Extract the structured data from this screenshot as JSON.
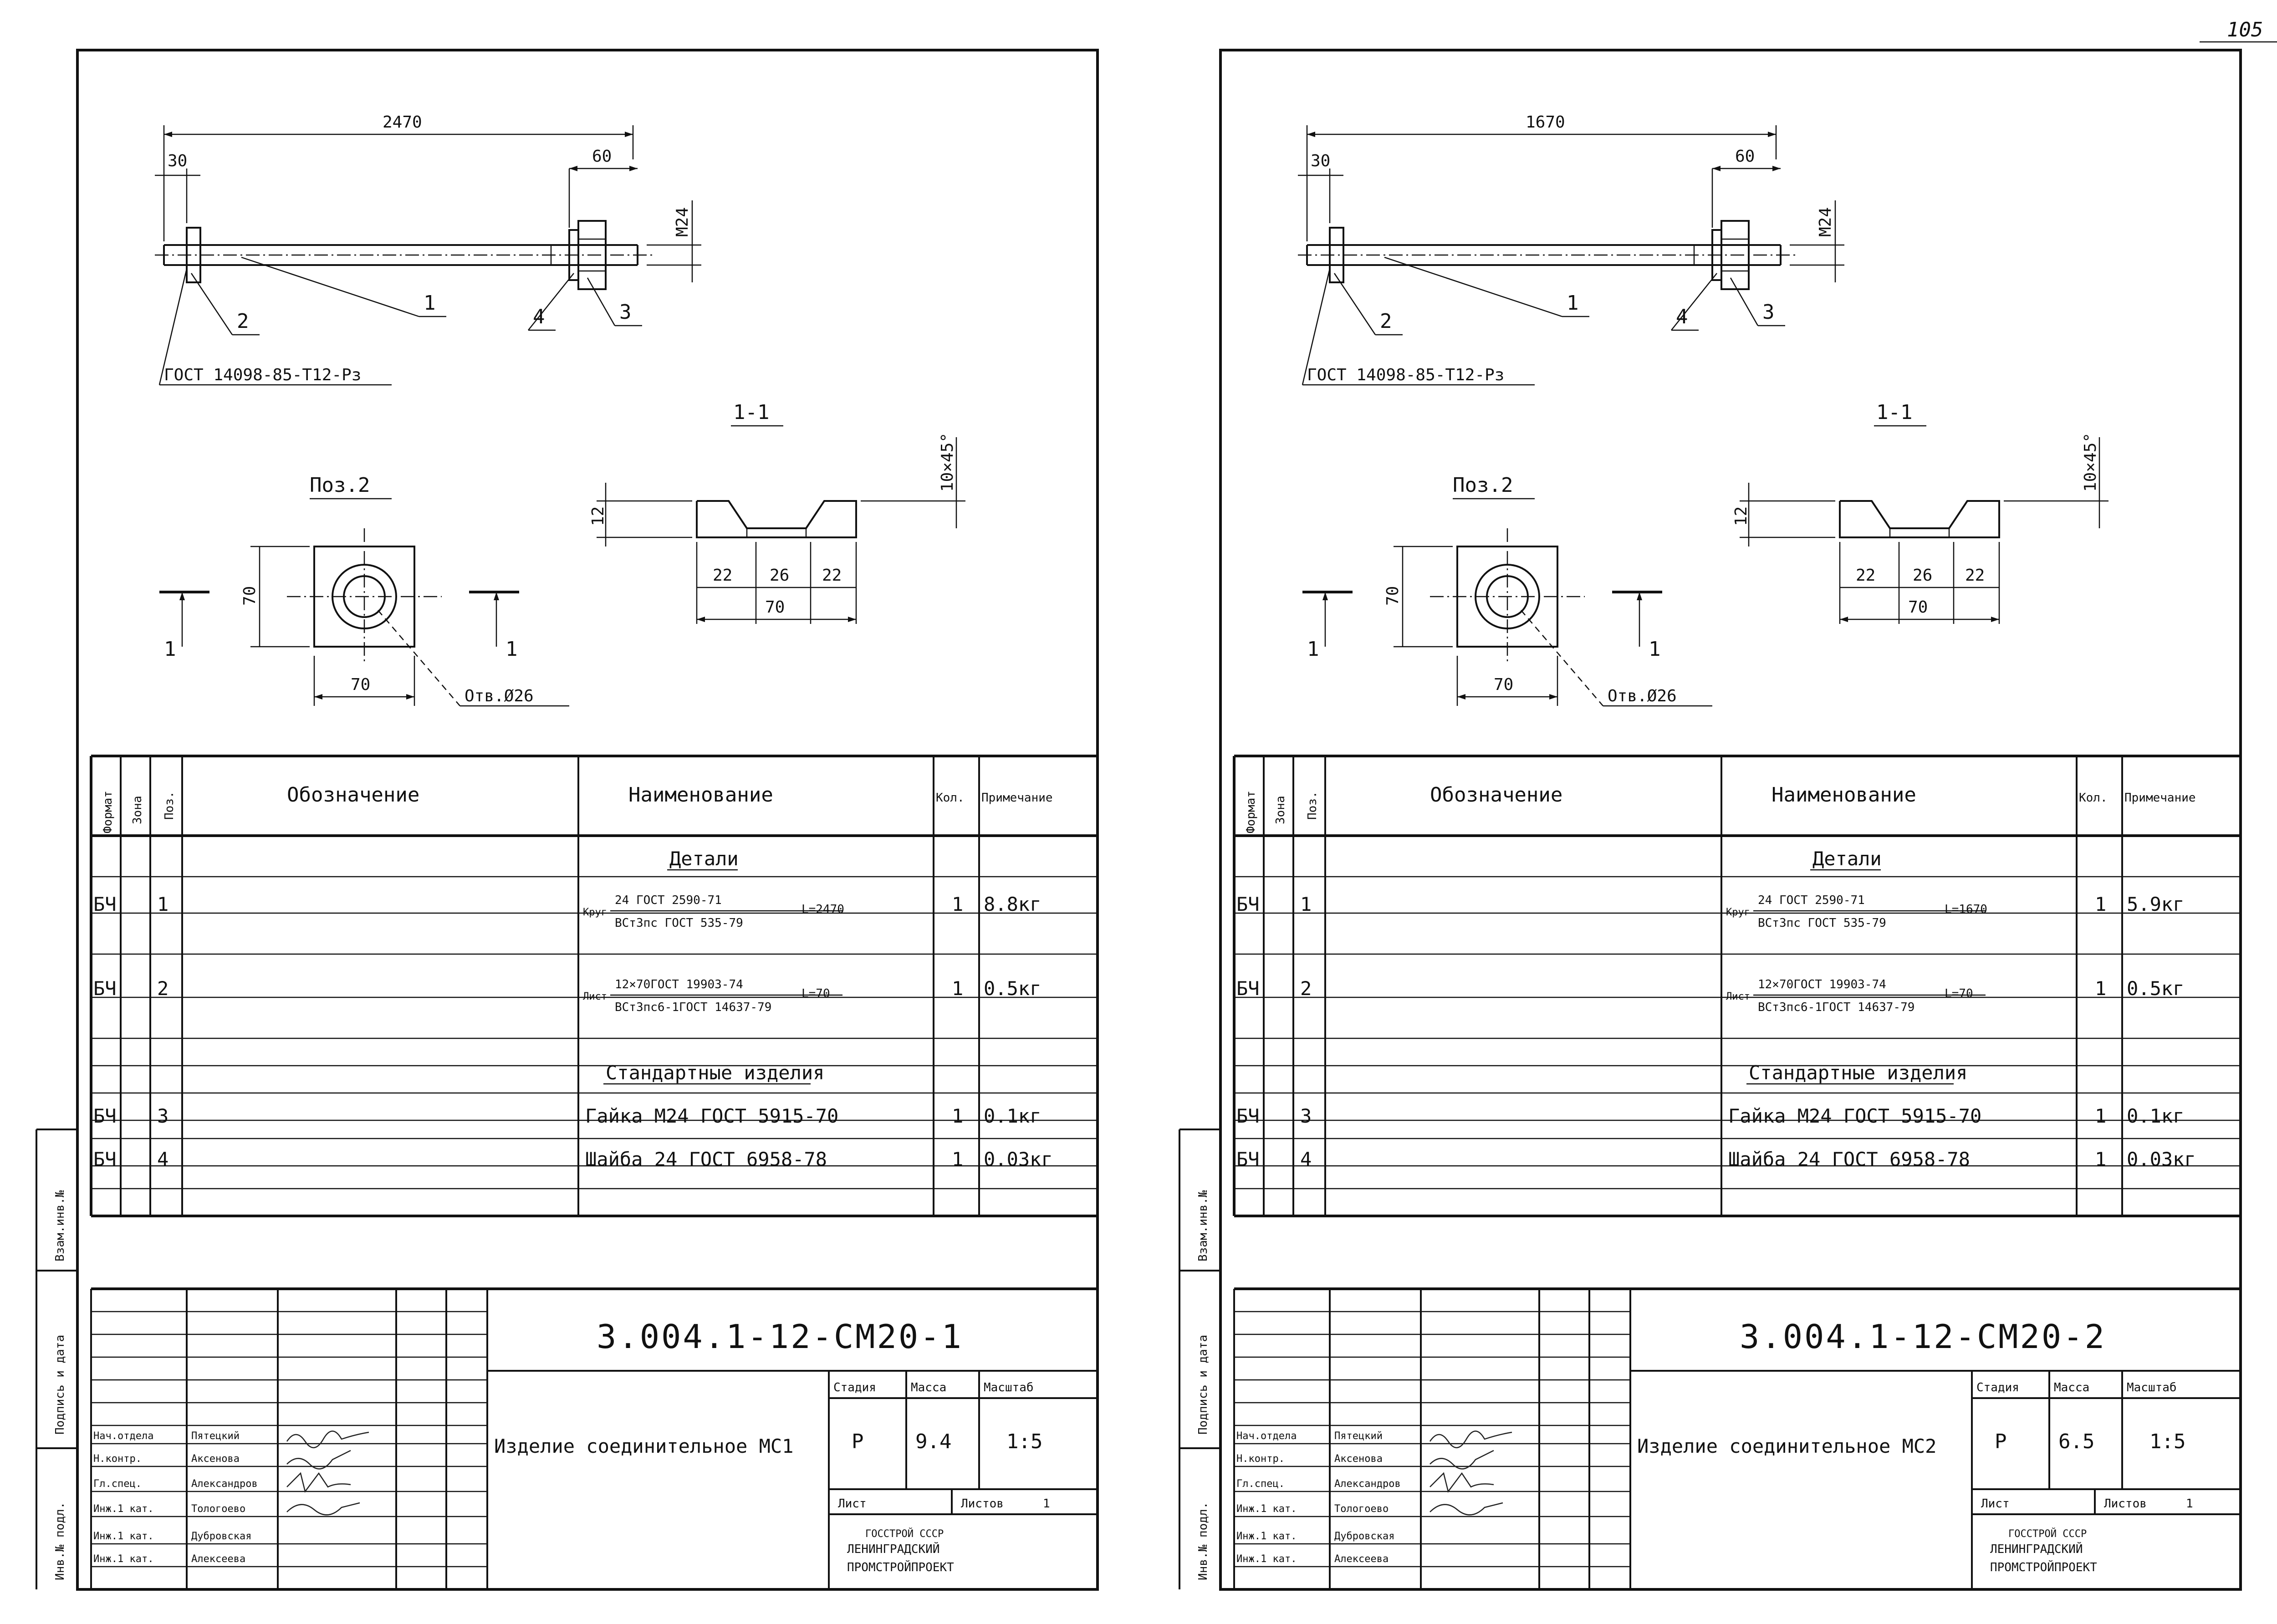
{
  "sheets": [
    {
      "page_mark": "",
      "drawing": {
        "total_length": "2470",
        "dim_left": "30",
        "dim_right": "60",
        "thread": "M24",
        "callouts": [
          "1",
          "2",
          "3",
          "4"
        ],
        "weld_note": "ГОСТ 14098-85-Т12-Рз",
        "section_title": "1-1",
        "pos_title": "Поз.2",
        "section_marks": [
          "1",
          "1"
        ],
        "plate_size": "70",
        "plate_side": "70",
        "hole": "Отв.Ø26",
        "sec_height": "12",
        "sec_chamfer": "10×45°",
        "sec_parts": [
          "22",
          "26",
          "22"
        ],
        "sec_total": "70"
      },
      "spec": {
        "headers": {
          "format": "Формат",
          "zone": "Зона",
          "pos": "Поз.",
          "designation": "Обозначение",
          "name": "Наименование",
          "qty": "Кол.",
          "note": "Примечание"
        },
        "section_details": "Детали",
        "section_standard": "Стандартные изделия",
        "rows": [
          {
            "format": "БЧ",
            "pos": "1",
            "prefix": "Круг",
            "name_top": "24 ГОСТ 2590-71",
            "name_bottom": "ВСт3пс ГОСТ 535-79",
            "suffix": "L=2470",
            "qty": "1",
            "note": "8.8кг"
          },
          {
            "format": "БЧ",
            "pos": "2",
            "prefix": "Лист",
            "name_top": "12×70ГОСТ 19903-74",
            "name_bottom": "ВСт3пс6-1ГОСТ 14637-79",
            "suffix": "L=70",
            "qty": "1",
            "note": "0.5кг"
          },
          {
            "format": "БЧ",
            "pos": "3",
            "name": "Гайка М24 ГОСТ 5915-70",
            "qty": "1",
            "note": "0.1кг"
          },
          {
            "format": "БЧ",
            "pos": "4",
            "name": "Шайба 24 ГОСТ 6958-78",
            "qty": "1",
            "note": "0.03кг"
          }
        ]
      },
      "title_block": {
        "code": "3.004.1-12-СМ20-1",
        "product": "Изделие соединительное МС1",
        "stage_label": "Стадия",
        "mass_label": "Масса",
        "scale_label": "Масштаб",
        "stage": "Р",
        "mass": "9.4",
        "scale": "1:5",
        "sheet_label": "Лист",
        "sheets_label": "Листов",
        "sheets_count": "1",
        "org": [
          "ГОССТРОЙ СССР",
          "ЛЕНИНГРАДСКИЙ",
          "ПРОМСТРОЙПРОЕКТ"
        ],
        "people": [
          {
            "role": "Нач.отдела",
            "name": "Пятецкий"
          },
          {
            "role": "Н.контр.",
            "name": "Аксенова"
          },
          {
            "role": "Гл.спец.",
            "name": "Александров"
          },
          {
            "role": "Инж.1 кат.",
            "name": "Тологоево"
          },
          {
            "role": "Инж.1 кат.",
            "name": "Дубровская"
          },
          {
            "role": "Инж.1 кат.",
            "name": "Алексеева"
          }
        ]
      },
      "side_stamp": [
        "Инв.№ подл.",
        "Подпись и дата",
        "Взам.инв.№"
      ]
    },
    {
      "page_mark": "105",
      "drawing": {
        "total_length": "1670",
        "dim_left": "30",
        "dim_right": "60",
        "thread": "M24",
        "callouts": [
          "1",
          "2",
          "3",
          "4"
        ],
        "weld_note": "ГОСТ 14098-85-Т12-Рз",
        "section_title": "1-1",
        "pos_title": "Поз.2",
        "section_marks": [
          "1",
          "1"
        ],
        "plate_size": "70",
        "plate_side": "70",
        "hole": "Отв.Ø26",
        "sec_height": "12",
        "sec_chamfer": "10×45°",
        "sec_parts": [
          "22",
          "26",
          "22"
        ],
        "sec_total": "70"
      },
      "spec": {
        "headers": {
          "format": "Формат",
          "zone": "Зона",
          "pos": "Поз.",
          "designation": "Обозначение",
          "name": "Наименование",
          "qty": "Кол.",
          "note": "Примечание"
        },
        "section_details": "Детали",
        "section_standard": "Стандартные изделия",
        "rows": [
          {
            "format": "БЧ",
            "pos": "1",
            "prefix": "Круг",
            "name_top": "24 ГОСТ 2590-71",
            "name_bottom": "ВСт3пс ГОСТ 535-79",
            "suffix": "L=1670",
            "qty": "1",
            "note": "5.9кг"
          },
          {
            "format": "БЧ",
            "pos": "2",
            "prefix": "Лист",
            "name_top": "12×70ГОСТ 19903-74",
            "name_bottom": "ВСт3пс6-1ГОСТ 14637-79",
            "suffix": "L=70",
            "qty": "1",
            "note": "0.5кг"
          },
          {
            "format": "БЧ",
            "pos": "3",
            "name": "Гайка М24 ГОСТ 5915-70",
            "qty": "1",
            "note": "0.1кг"
          },
          {
            "format": "БЧ",
            "pos": "4",
            "name": "Шайба 24 ГОСТ 6958-78",
            "qty": "1",
            "note": "0.03кг"
          }
        ]
      },
      "title_block": {
        "code": "3.004.1-12-СМ20-2",
        "product": "Изделие соединительное МС2",
        "stage_label": "Стадия",
        "mass_label": "Масса",
        "scale_label": "Масштаб",
        "stage": "Р",
        "mass": "6.5",
        "scale": "1:5",
        "sheet_label": "Лист",
        "sheets_label": "Листов",
        "sheets_count": "1",
        "org": [
          "ГОССТРОЙ СССР",
          "ЛЕНИНГРАДСКИЙ",
          "ПРОМСТРОЙПРОЕКТ"
        ],
        "people": [
          {
            "role": "Нач.отдела",
            "name": "Пятецкий"
          },
          {
            "role": "Н.контр.",
            "name": "Аксенова"
          },
          {
            "role": "Гл.спец.",
            "name": "Александров"
          },
          {
            "role": "Инж.1 кат.",
            "name": "Тологоево"
          },
          {
            "role": "Инж.1 кат.",
            "name": "Дубровская"
          },
          {
            "role": "Инж.1 кат.",
            "name": "Алексеева"
          }
        ]
      },
      "side_stamp": [
        "Инв.№ подл.",
        "Подпись и дата",
        "Взам.инв.№"
      ]
    }
  ]
}
